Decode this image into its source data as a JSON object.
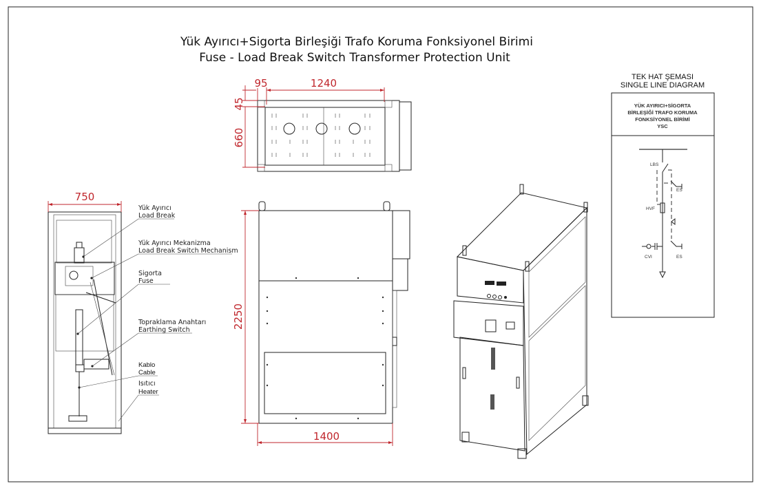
{
  "title": {
    "line1": "Yük Ayırıcı+Sigorta Birleşiği Trafo Koruma Fonksiyonel Birimi",
    "line2": "Fuse - Load Break Switch Transformer Protection Unit"
  },
  "dimensions": {
    "top_view": {
      "width": "1240",
      "offset": "95",
      "top": "45",
      "depth": "660"
    },
    "front_view": {
      "height": "2250",
      "width": "1400"
    },
    "side_view": {
      "width": "750"
    }
  },
  "callouts": [
    {
      "tr": "Yük Ayırıcı",
      "en": "Load Break"
    },
    {
      "tr": "Yük Ayırıcı Mekanizma",
      "en": "Load Break Switch Mechanism"
    },
    {
      "tr": "Sigorta",
      "en": "Fuse"
    },
    {
      "tr": "Topraklama Anahtarı",
      "en": "Earthing Switch"
    },
    {
      "tr": "Kablo",
      "en": "Cable"
    },
    {
      "tr": "Isıtıcı",
      "en": "Heater"
    }
  ],
  "single_line": {
    "heading_tr": "TEK HAT ŞEMASI",
    "heading_en": "SINGLE LINE DIAGRAM",
    "box_lines": [
      "YÜK AYIRICI+SİGORTA",
      "BİRLEŞİĞİ TRAFO KORUMA",
      "FONKSİYONEL BİRİMİ",
      "YSC"
    ],
    "labels": {
      "lbs": "LBS",
      "es1": "ES",
      "hvf": "HVF",
      "cvi": "CVI",
      "es2": "ES"
    }
  },
  "colors": {
    "dimension": "#c0262c",
    "line": "#222222"
  }
}
